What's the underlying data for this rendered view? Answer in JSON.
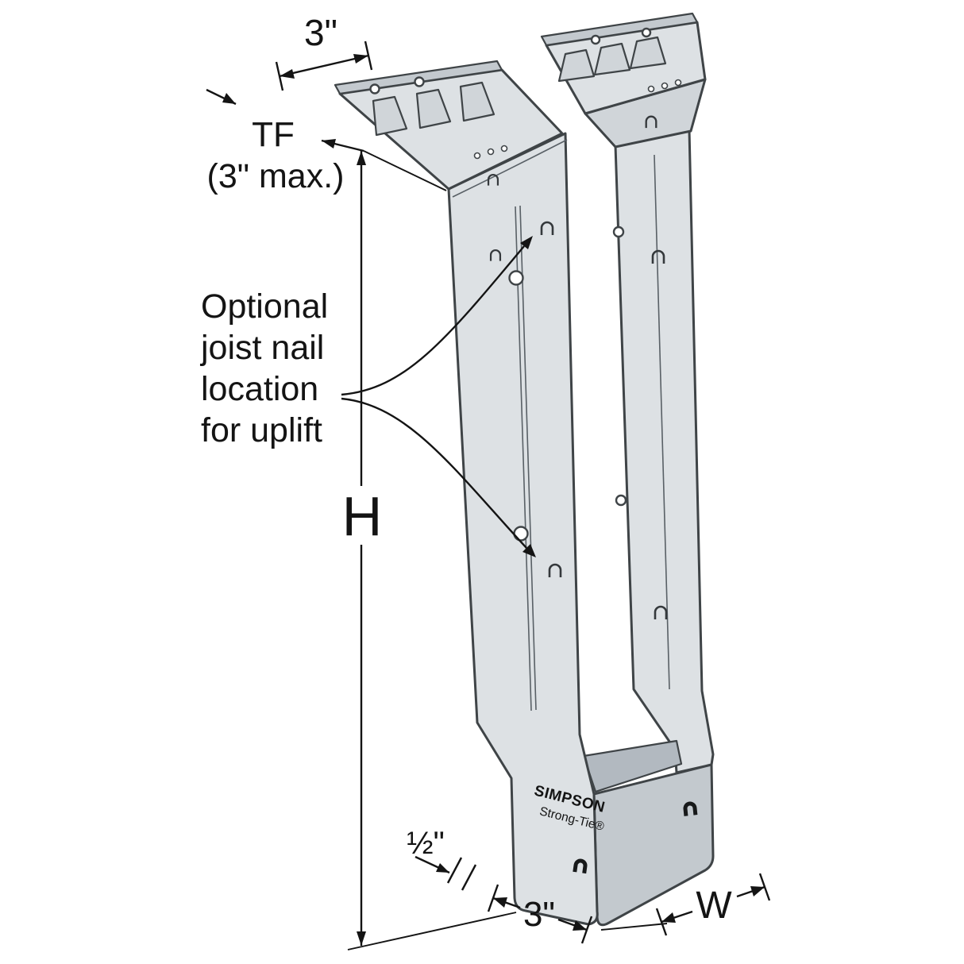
{
  "figure": {
    "type": "technical-line-drawing",
    "subject": "Top-flange joist hanger isometric diagram",
    "brand": {
      "line1": "SIMPSON",
      "line2": "Strong-Tie®"
    },
    "labels": {
      "flange_width": "3\"",
      "tf": "TF",
      "tf_max": "(3\" max.)",
      "height": "H",
      "half_inch": "½\"",
      "seat_depth": "3\"",
      "width": "W"
    },
    "callout": {
      "lines": [
        "Optional",
        "joist nail",
        "location",
        "for uplift"
      ]
    },
    "colors": {
      "background": "#ffffff",
      "steel_light": "#dde1e4",
      "steel_mid": "#d0d5d9",
      "steel_dark": "#c3c9ce",
      "steel_inner": "#b2b9c0",
      "line": "#3f4447",
      "annotation": "#141414"
    }
  }
}
